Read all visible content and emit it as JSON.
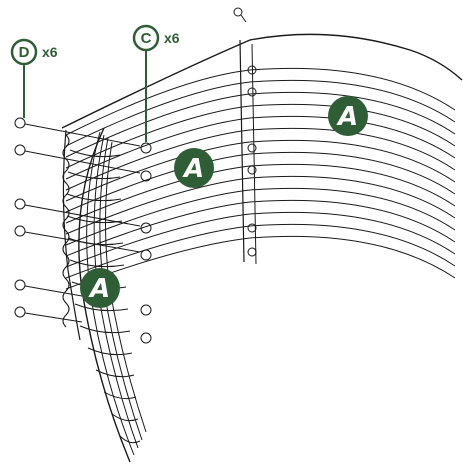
{
  "callouts": {
    "bolt": {
      "letter": "D",
      "quantity": "x6"
    },
    "nut": {
      "letter": "C",
      "quantity": "x6"
    }
  },
  "panel_labels": [
    "A",
    "A",
    "A"
  ],
  "colors": {
    "accent_green": "#2f5e36",
    "line": "#1a1a1a",
    "background": "#ffffff"
  }
}
